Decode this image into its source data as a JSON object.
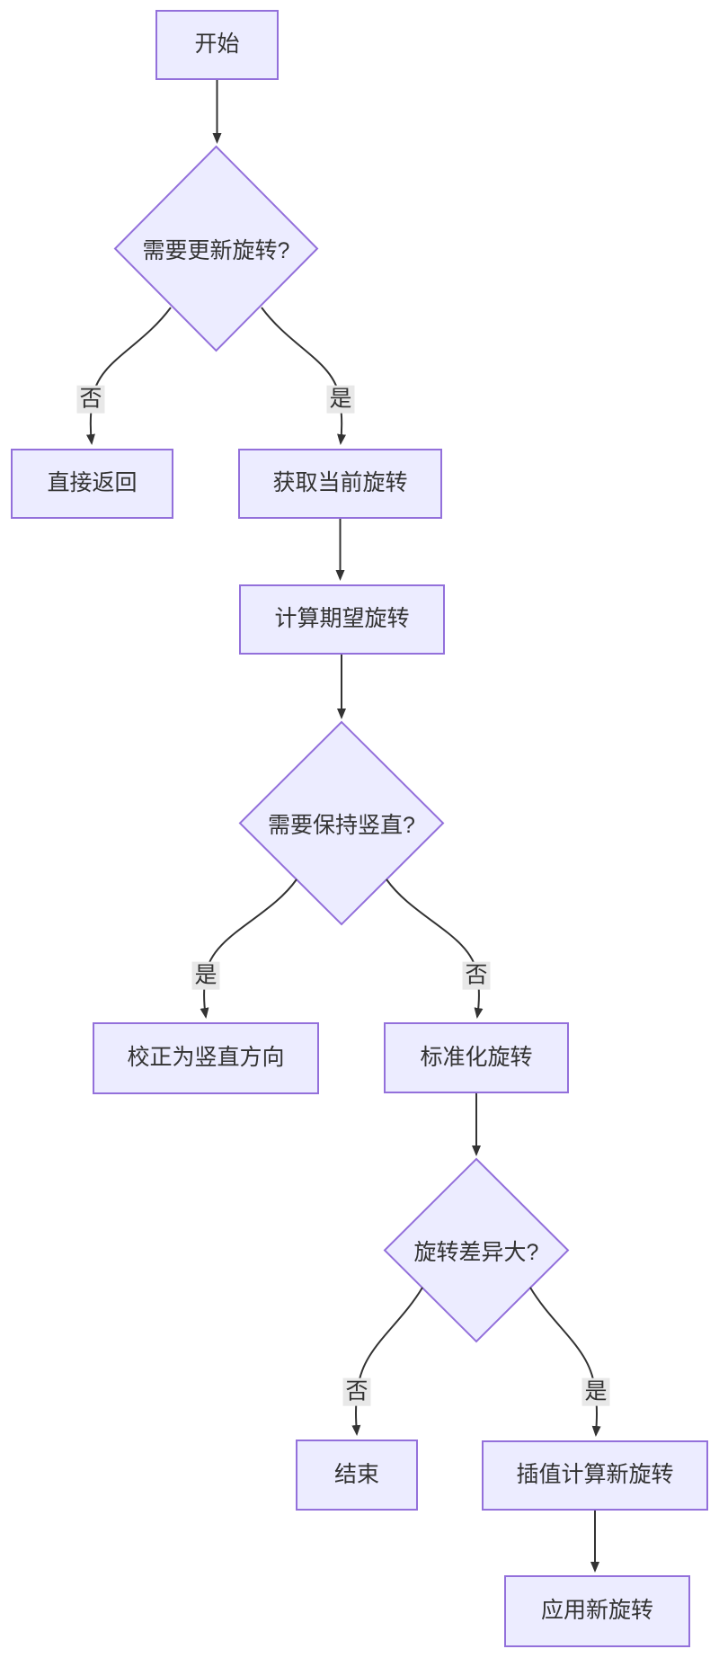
{
  "diagram": {
    "type": "flowchart",
    "direction": "top-down",
    "nodes": {
      "start": {
        "label": "开始",
        "shape": "rect"
      },
      "d1": {
        "label": "需要更新旋转?",
        "shape": "diamond"
      },
      "return": {
        "label": "直接返回",
        "shape": "rect"
      },
      "get": {
        "label": "获取当前旋转",
        "shape": "rect"
      },
      "calc": {
        "label": "计算期望旋转",
        "shape": "rect"
      },
      "d2": {
        "label": "需要保持竖直?",
        "shape": "diamond"
      },
      "correct": {
        "label": "校正为竖直方向",
        "shape": "rect"
      },
      "norm": {
        "label": "标准化旋转",
        "shape": "rect"
      },
      "d3": {
        "label": "旋转差异大?",
        "shape": "diamond"
      },
      "end": {
        "label": "结束",
        "shape": "rect"
      },
      "interp": {
        "label": "插值计算新旋转",
        "shape": "rect"
      },
      "apply": {
        "label": "应用新旋转",
        "shape": "rect"
      }
    },
    "edges": [
      {
        "from": "start",
        "to": "d1",
        "label": ""
      },
      {
        "from": "d1",
        "to": "return",
        "label": "否"
      },
      {
        "from": "d1",
        "to": "get",
        "label": "是"
      },
      {
        "from": "get",
        "to": "calc",
        "label": ""
      },
      {
        "from": "calc",
        "to": "d2",
        "label": ""
      },
      {
        "from": "d2",
        "to": "correct",
        "label": "是"
      },
      {
        "from": "d2",
        "to": "norm",
        "label": "否"
      },
      {
        "from": "norm",
        "to": "d3",
        "label": ""
      },
      {
        "from": "d3",
        "to": "end",
        "label": "否"
      },
      {
        "from": "d3",
        "to": "interp",
        "label": "是"
      },
      {
        "from": "interp",
        "to": "apply",
        "label": ""
      }
    ],
    "colors": {
      "node_fill": "#ECECFF",
      "node_border": "#9370DB",
      "edge_line": "#333333",
      "edge_label_bg": "#e8e8e8",
      "text": "#333333",
      "background": "#ffffff"
    }
  }
}
